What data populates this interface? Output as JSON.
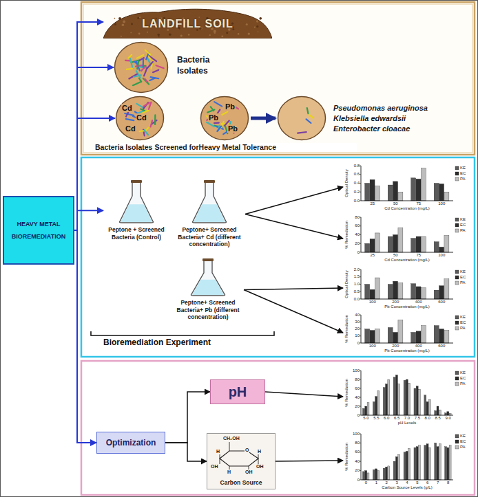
{
  "diagram": {
    "nodes": [
      {
        "text": [
          "HEAVY METAL BIOREMEDIATION"
        ]
      },
      {
        "text": [
          "LANDFILL SOIL"
        ]
      },
      {
        "text": [
          "Bacteria Isolates"
        ]
      },
      {
        "text": [
          "Cd",
          "Cd",
          "Cd"
        ]
      },
      {
        "text": [
          "Pb",
          "Pb",
          "Pb"
        ]
      },
      {
        "text": [
          "Pseudomonas aeruginosa",
          "Klebsiella edwardsii",
          "Enterobacter cloacae"
        ]
      },
      {
        "text": [
          "Peptone + Screened Bacteria (Control)"
        ]
      },
      {
        "text": [
          "Peptone+ Screened Bacteria+ Cd (different concentration)"
        ]
      },
      {
        "text": [
          "Peptone+ Screened Bacteria+ Pb (different concentration)"
        ]
      },
      {
        "text": [
          "Optical Density",
          "Cd Concentration (mg/L)",
          "KE",
          "EC",
          "PA",
          "25",
          "50",
          "75",
          "100",
          "0.0",
          "0.2",
          "0.4",
          "0.6",
          "0.8"
        ]
      },
      {
        "text": [
          "% Remediation",
          "Cd Concentration (mg/L)",
          "KE",
          "EC",
          "PA",
          "25",
          "50",
          "75",
          "100",
          "0",
          "20",
          "40",
          "60",
          "80"
        ]
      },
      {
        "text": [
          "Optical Density",
          "Pb Concentration (mg/L)",
          "KE",
          "EC",
          "PA",
          "100",
          "200",
          "400",
          "600",
          "0.0",
          "0.5",
          "1.0",
          "1.5",
          "2.0"
        ]
      },
      {
        "text": [
          "% Remediation",
          "Pb Concentration (mg/L)",
          "KE",
          "EC",
          "PA",
          "100",
          "200",
          "400",
          "600",
          "0",
          "10",
          "20",
          "30",
          "40"
        ]
      },
      {
        "text": [
          "Optimization"
        ]
      },
      {
        "text": [
          "pH"
        ]
      },
      {
        "text": [
          "CH₂OH",
          "O",
          "H",
          "OH",
          "H",
          "OH",
          "OH",
          "H",
          "Carbon Source"
        ]
      },
      {
        "text": [
          "% Remediation",
          "pH Levels",
          "KE",
          "EC",
          "PA",
          "5.0",
          "5.5",
          "6.0",
          "6.5",
          "7.0",
          "7.5",
          "8.0",
          "8.5",
          "9.0",
          "0",
          "20",
          "40",
          "60",
          "80",
          "100"
        ]
      },
      {
        "text": [
          "% Remediation",
          "Carbon Source Levels (g/L)",
          "KE",
          "EC",
          "PA",
          "0",
          "1",
          "2",
          "3",
          "4",
          "5",
          "6",
          "7",
          "8",
          "0",
          "20",
          "40",
          "60",
          "80",
          "100"
        ]
      }
    ],
    "edges": [
      {
        "from": 0,
        "to": 1,
        "arrow": "to"
      },
      {
        "from": 0,
        "to": 2,
        "arrow": "to"
      },
      {
        "from": 0,
        "to": 3,
        "arrow": "to"
      },
      {
        "from": 0,
        "to": 6,
        "arrow": "to"
      },
      {
        "from": 0,
        "to": 13,
        "arrow": "to"
      },
      {
        "from": 4,
        "to": 5,
        "arrow": "to"
      },
      {
        "from": 7,
        "to": 9,
        "arrow": "to"
      },
      {
        "from": 7,
        "to": 10,
        "arrow": "to"
      },
      {
        "from": 8,
        "to": 11,
        "arrow": "to"
      },
      {
        "from": 8,
        "to": 12,
        "arrow": "to"
      },
      {
        "from": 13,
        "to": 14,
        "arrow": "to"
      },
      {
        "from": 13,
        "to": 15,
        "arrow": "to"
      },
      {
        "from": 14,
        "to": 16,
        "arrow": "to"
      },
      {
        "from": 15,
        "to": 17,
        "arrow": "to"
      }
    ],
    "labels": [
      "Bacteria Isolates Screened forHeavy Metal Tolerance",
      "Bioremediation Experiment"
    ]
  }
}
